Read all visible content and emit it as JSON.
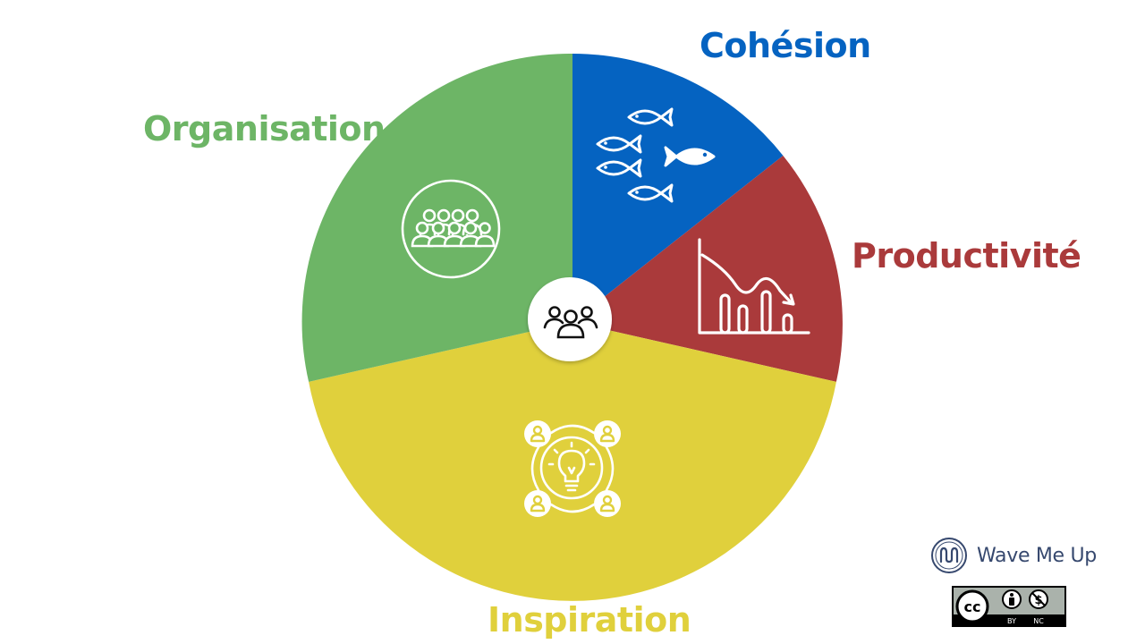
{
  "labels": {
    "cohesion": "Cohésion",
    "organisation": "Organisation",
    "productivite": "Productivité",
    "inspiration": "Inspiration"
  },
  "brand": {
    "name": "Wave Me Up"
  },
  "license": {
    "cc": "cc",
    "by": "BY",
    "nc": "NC"
  },
  "colors": {
    "cohesion": "#0563c1",
    "organisation": "#6db566",
    "productivite": "#aa3a3b",
    "inspiration": "#e0d03c"
  },
  "icons": {
    "center": "team-icon",
    "cohesion": "fish-school-icon",
    "productivite": "declining-chart-icon",
    "organisation": "crowd-icon",
    "inspiration": "idea-network-icon"
  }
}
